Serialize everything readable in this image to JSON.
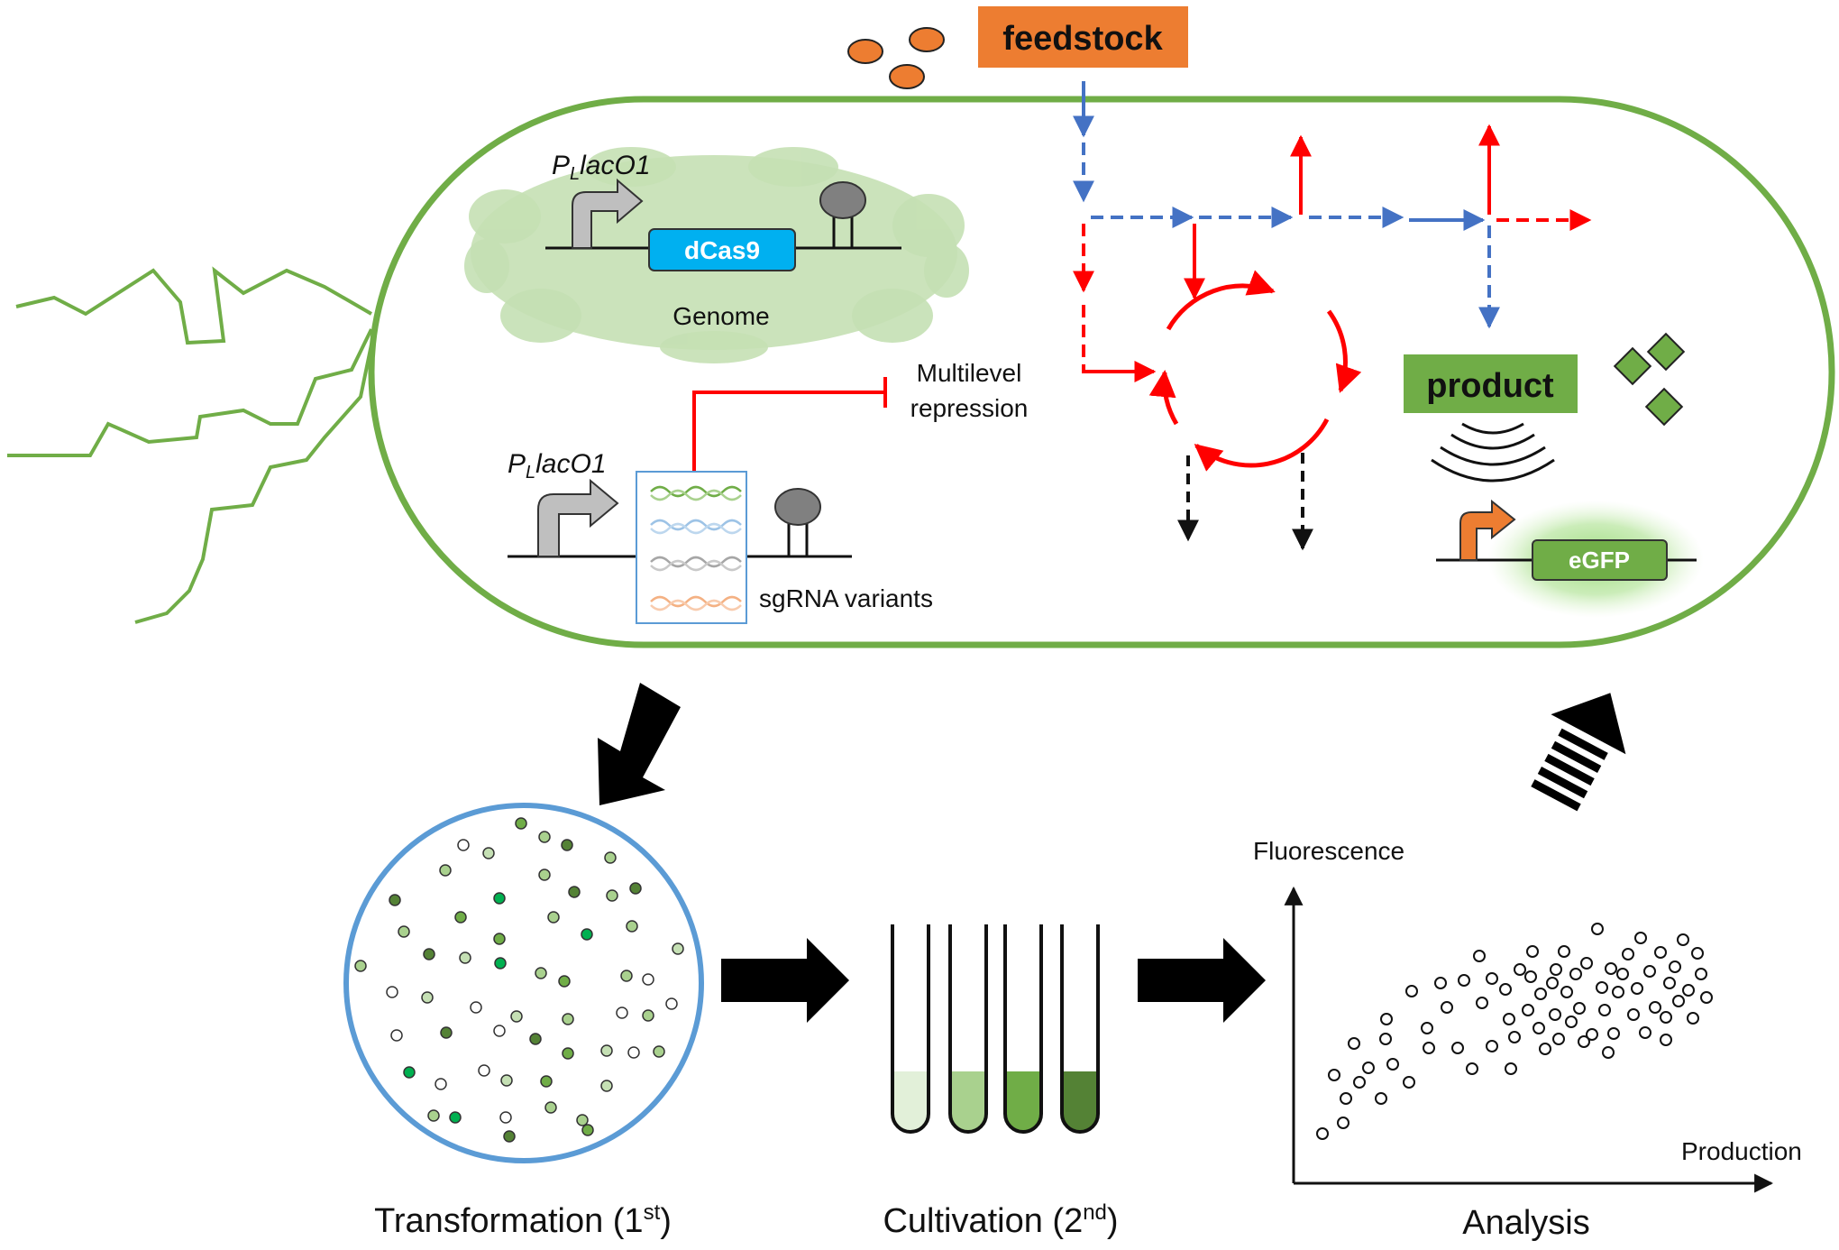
{
  "feedstock_label": "feedstock",
  "product_label": "product",
  "promoter_label_prefix": "P",
  "promoter_label_sub": "L",
  "promoter_label_suffix": "lacO1",
  "dcas9_label": "dCas9",
  "genome_label": "Genome",
  "repression_label_line1": "Multilevel",
  "repression_label_line2": "repression",
  "sgrna_label": "sgRNA variants",
  "egfp_label": "eGFP",
  "fluorescence_label": "Fluorescence",
  "production_label": "Production",
  "steps": {
    "transformation": {
      "text": "Transformation (1",
      "sup": "st",
      "close": ")"
    },
    "cultivation": {
      "text": "Cultivation (2",
      "sup": "nd",
      "close": ")"
    },
    "analysis": {
      "text": "Analysis"
    }
  },
  "colors": {
    "cell_membrane": "#70ad47",
    "feedstock_box": "#ed7d31",
    "product_box": "#70ad47",
    "dcas9_box": "#00b0f0",
    "pathway_red": "#ff0000",
    "pathway_blue": "#4472c4",
    "plate_border": "#5b9bd5",
    "egfp_box": "#70ad47"
  }
}
